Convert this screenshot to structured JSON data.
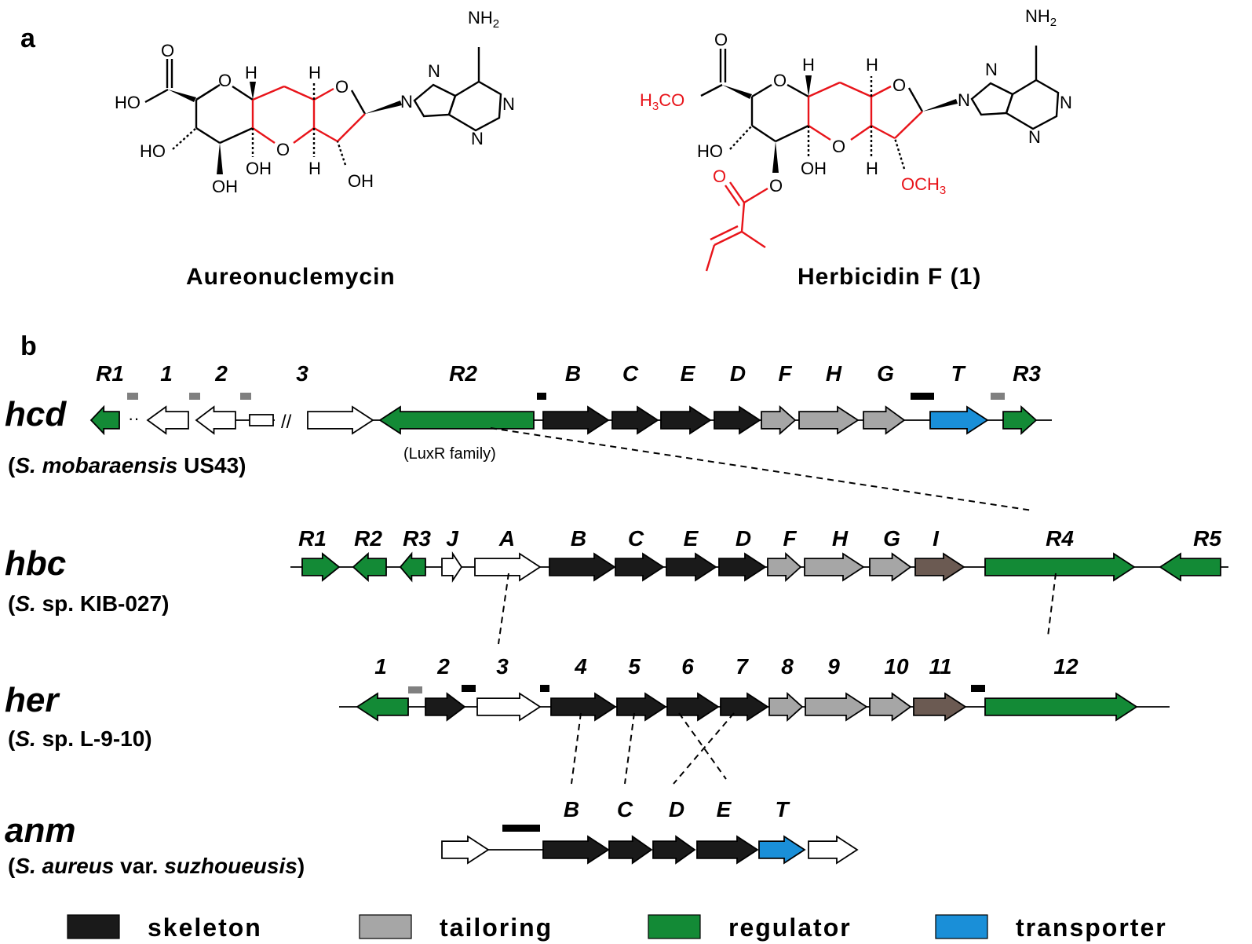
{
  "panels": {
    "a": "a",
    "b": "b"
  },
  "compounds": {
    "aureonuclemycin": "Aureonuclemycin",
    "herbicidin": "Herbicidin F (1)"
  },
  "atoms": {
    "nh2": "NH2",
    "o": "O",
    "n": "N",
    "h": "H",
    "ho": "HO",
    "oh": "OH",
    "h3co": "H3CO",
    "och3": "OCH3"
  },
  "clusters": {
    "hcd": {
      "name": "hcd",
      "organism_genus": "S.",
      "organism_rest": "mobaraensis",
      "organism_strain": "US43",
      "genes": [
        "R1",
        "1",
        "2",
        "3",
        "R2",
        "B",
        "C",
        "E",
        "D",
        "F",
        "H",
        "G",
        "T",
        "R3"
      ],
      "note": "(LuxR family)",
      "break_mark": "//",
      "gap_mark": "··"
    },
    "hbc": {
      "name": "hbc",
      "organism_genus": "S.",
      "organism_rest": "sp. KIB-027",
      "genes": [
        "R1",
        "R2",
        "R3",
        "J",
        "A",
        "B",
        "C",
        "E",
        "D",
        "F",
        "H",
        "G",
        "I",
        "R4",
        "R5"
      ]
    },
    "her": {
      "name": "her",
      "organism_genus": "S.",
      "organism_rest": "sp. L-9-10",
      "genes": [
        "1",
        "2",
        "3",
        "4",
        "5",
        "6",
        "7",
        "8",
        "9",
        "10",
        "11",
        "12"
      ]
    },
    "anm": {
      "name": "anm",
      "organism_genus": "S. aureus",
      "organism_var": "var.",
      "organism_rest": "suzhoueusis",
      "genes": [
        "B",
        "C",
        "D",
        "E",
        "T"
      ]
    }
  },
  "legend": [
    {
      "label": "skeleton",
      "color": "#1a1a1a"
    },
    {
      "label": "tailoring",
      "color": "#a6a6a6"
    },
    {
      "label": "regulator",
      "color": "#138a36"
    },
    {
      "label": "transporter",
      "color": "#1a8fd8"
    }
  ],
  "colors": {
    "skeleton": "#1a1a1a",
    "tailoring": "#a6a6a6",
    "regulator": "#138a36",
    "transporter": "#1a8fd8",
    "other": "#ffffff",
    "brown": "#6b5a52",
    "modification": "#e8141a"
  }
}
